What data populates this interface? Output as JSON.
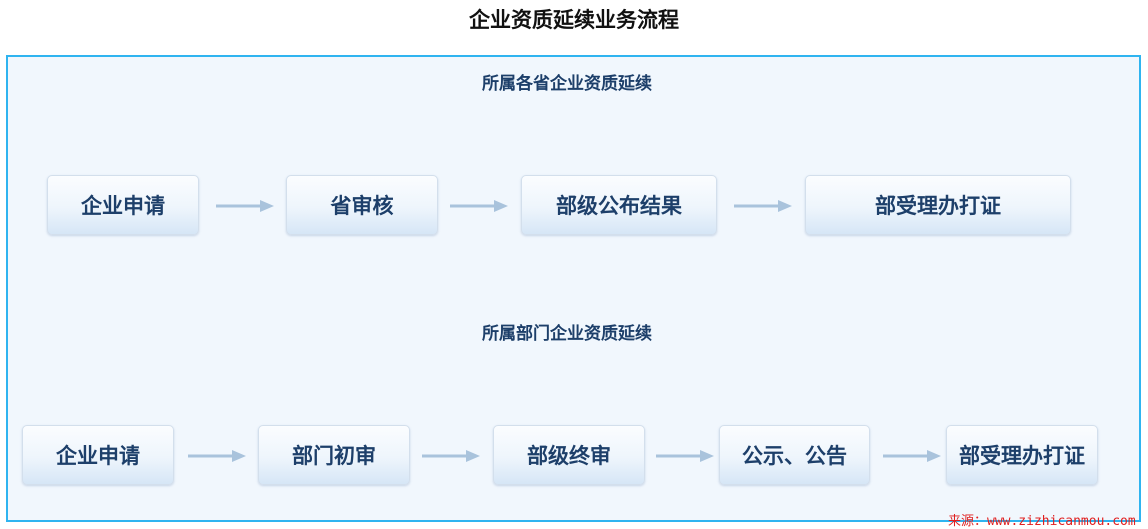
{
  "title": "企业资质延续业务流程",
  "sections": [
    {
      "title": "所属各省企业资质延续",
      "steps": [
        "企业申请",
        "省审核",
        "部级公布结果",
        "部受理办打证"
      ]
    },
    {
      "title": "所属部门企业资质延续",
      "steps": [
        "企业申请",
        "部门初审",
        "部级终审",
        "公示、公告",
        "部受理办打证"
      ]
    }
  ],
  "watermark": "来源：www.zizhicanmou.com",
  "colors": {
    "border": "#2fb4f0",
    "text": "#1d3f6a",
    "arrow": "#a9c3dc",
    "watermark": "#e02020"
  }
}
